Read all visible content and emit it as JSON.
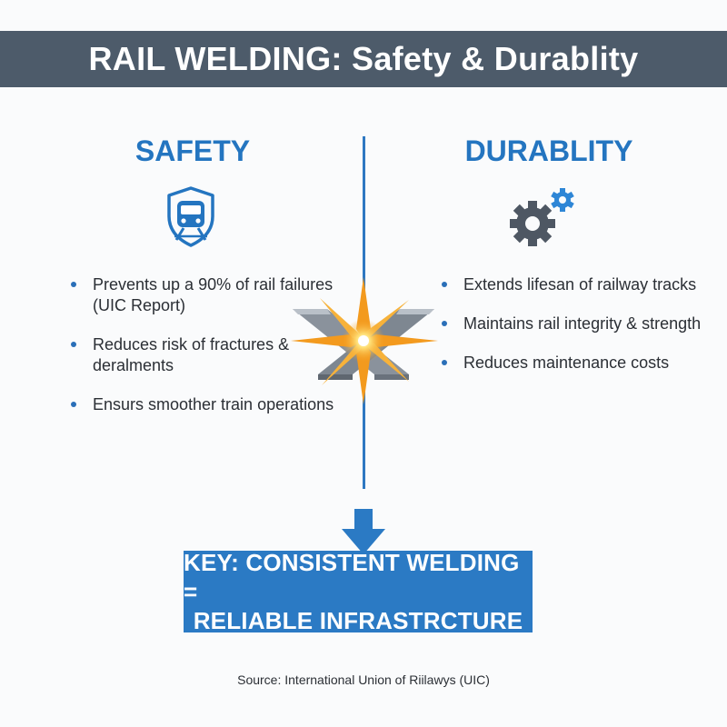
{
  "title": "RAIL WELDING: Safety & Durablity",
  "safety": {
    "heading": "SAFETY",
    "icon": "train-shield-icon",
    "points": [
      "Prevents up a 90% of rail failures (UIC Report)",
      "Reduces risk of fractures & deralments",
      "Ensurs smoother train operations"
    ]
  },
  "durability": {
    "heading": "DURABLITY",
    "icon": "gears-icon",
    "points": [
      "Extends lifesan of railway tracks",
      "Maintains rail integrity & strength",
      "Reduces maintenance costs"
    ]
  },
  "center_graphic": "welded-rails-spark-icon",
  "key": {
    "line1": "KEY: CONSISTENT WELDING =",
    "line2": "RELIABLE INFRASTRCTURE"
  },
  "source": "Source: International Union of Riilawys (UIC)",
  "colors": {
    "title_bar": "#4d5b6a",
    "accent_blue": "#2475c0",
    "spark_orange": "#f39a1e",
    "gear_gray": "#4e5763"
  }
}
